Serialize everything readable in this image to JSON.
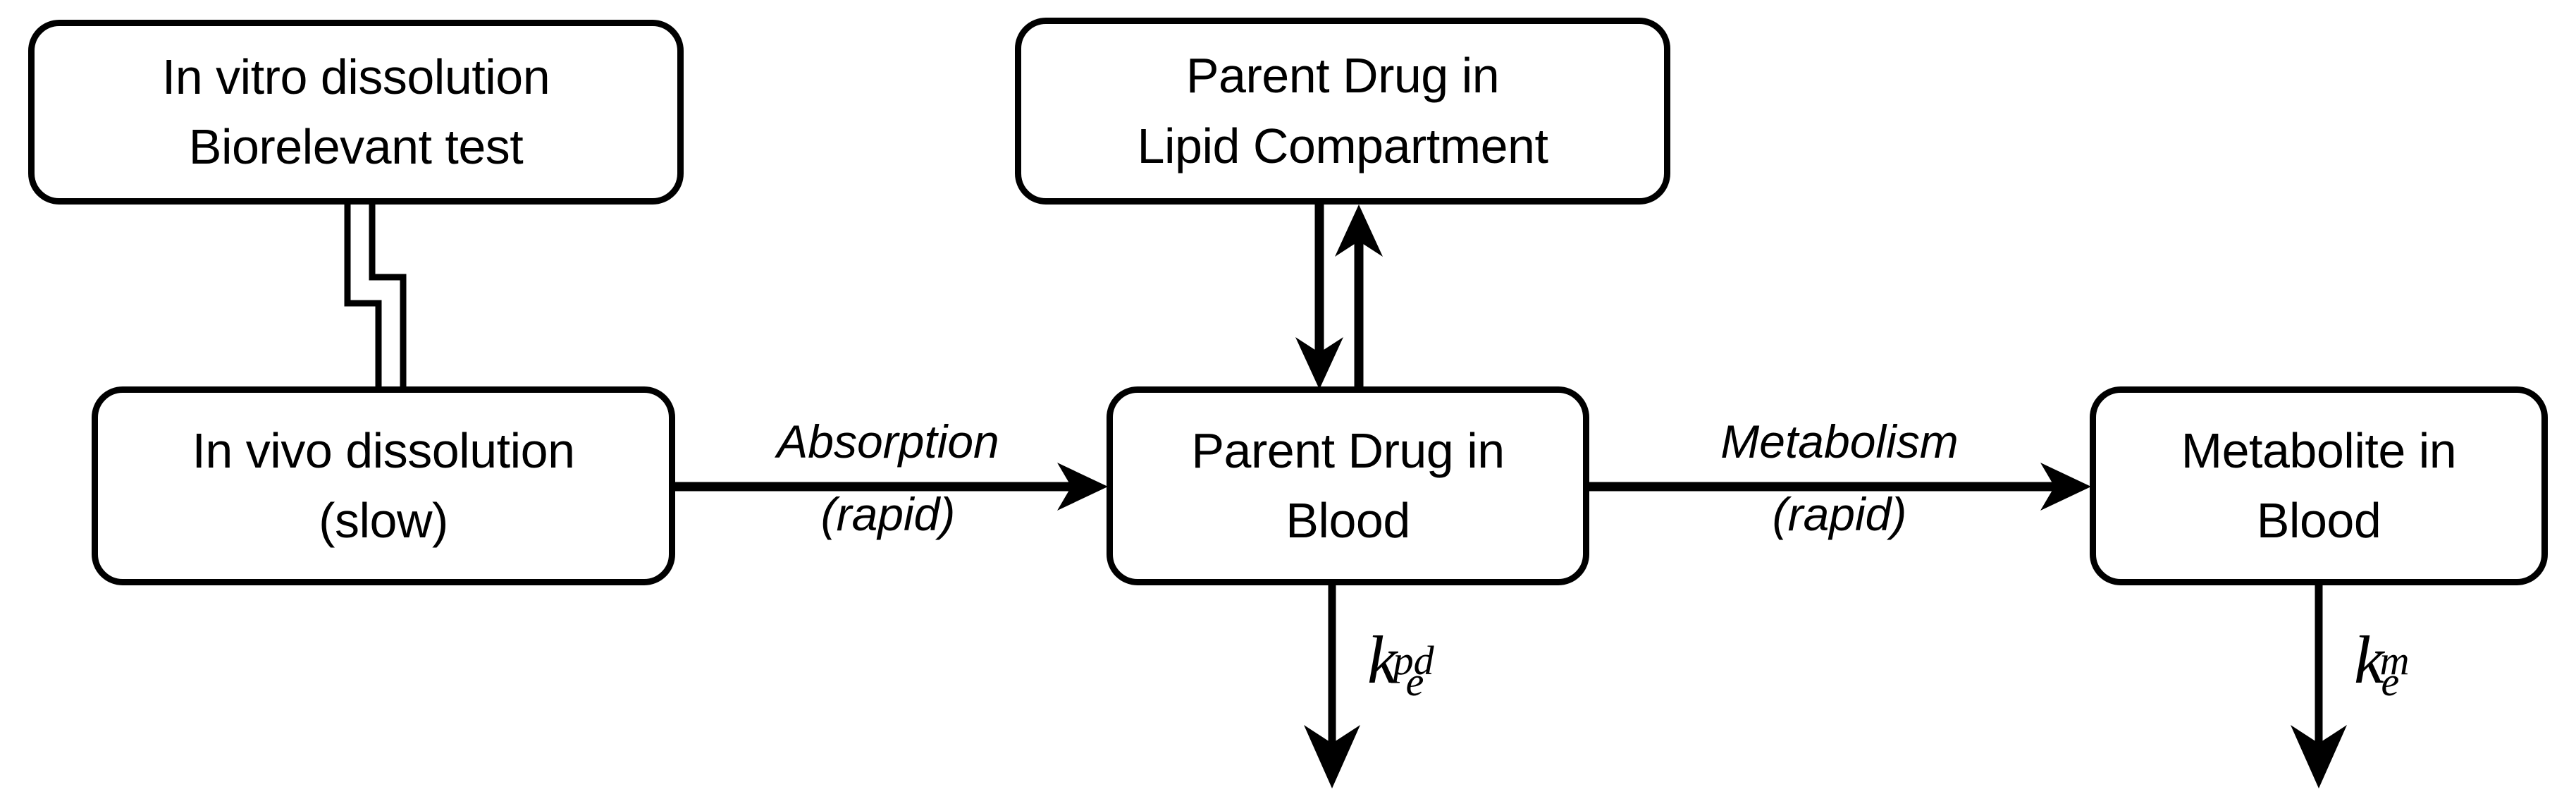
{
  "diagram": {
    "title": "Pharmacokinetic compartment flow diagram",
    "stroke_color": "#000000",
    "background_color": "#ffffff"
  },
  "nodes": {
    "in_vitro": {
      "id": "in-vitro-dissolution",
      "line1": "In vitro dissolution",
      "line2": "Biorelevant test"
    },
    "lipid": {
      "id": "parent-drug-lipid-compartment",
      "line1": "Parent Drug in",
      "line2": "Lipid Compartment"
    },
    "in_vivo": {
      "id": "in-vivo-dissolution",
      "line1": "In vivo dissolution",
      "line2": "(slow)"
    },
    "parent_blood": {
      "id": "parent-drug-blood",
      "line1": "Parent Drug in",
      "line2": "Blood"
    },
    "metabolite_blood": {
      "id": "metabolite-blood",
      "line1": "Metabolite in",
      "line2": "Blood"
    }
  },
  "edges": {
    "absorption": {
      "top": "Absorption",
      "bottom": "(rapid)"
    },
    "metabolism": {
      "top": "Metabolism",
      "bottom": "(rapid)"
    },
    "ivivc_link": {
      "style": "double-line-with-jog",
      "label": ""
    },
    "lipid_exchange": {
      "style": "bidirectional-vertical-pair",
      "label": ""
    }
  },
  "rate_constants": {
    "parent_elimination": {
      "base": "k",
      "subscript": "e",
      "superscript": "pd"
    },
    "metabolite_elimination": {
      "base": "k",
      "subscript": "e",
      "superscript": "m"
    }
  }
}
